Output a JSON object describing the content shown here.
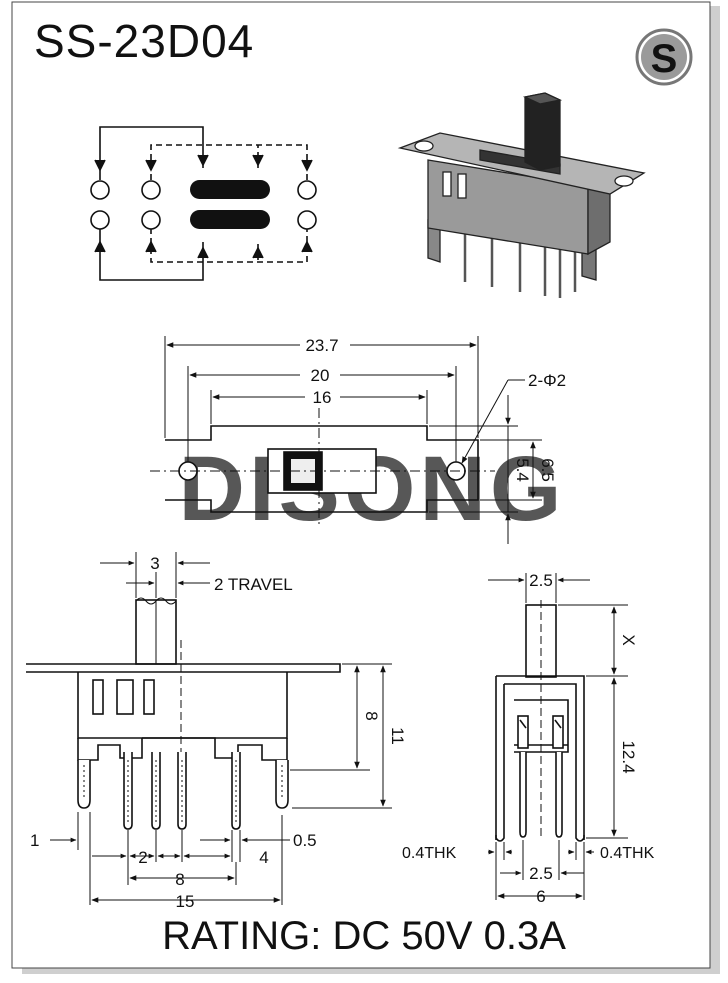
{
  "title": "SS-23D04",
  "logo_letter": "S",
  "watermark": "DISONG",
  "rating": "RATING: DC 50V 0.3A",
  "dimensions": {
    "top_view": {
      "overall": "23.7",
      "mount_pitch": "20",
      "body": "16",
      "holes": "2-Φ2",
      "inner_height": "5.4",
      "outer_height": "6.5"
    },
    "side_view": {
      "actuator": "3",
      "travel": "2 TRAVEL",
      "body_height": "8",
      "total_height": "11",
      "flange_thk": "1",
      "pin_thk": "0.5",
      "pin_pitch": "2",
      "pin_offset": "4",
      "pin_span": "8",
      "overall_width": "15"
    },
    "end_view": {
      "actuator_width": "2.5",
      "actuator_height": "X",
      "height": "12.4",
      "thk_left": "0.4THK",
      "thk_right": "0.4THK",
      "row_pitch": "2.5",
      "overall_width": "6"
    }
  }
}
